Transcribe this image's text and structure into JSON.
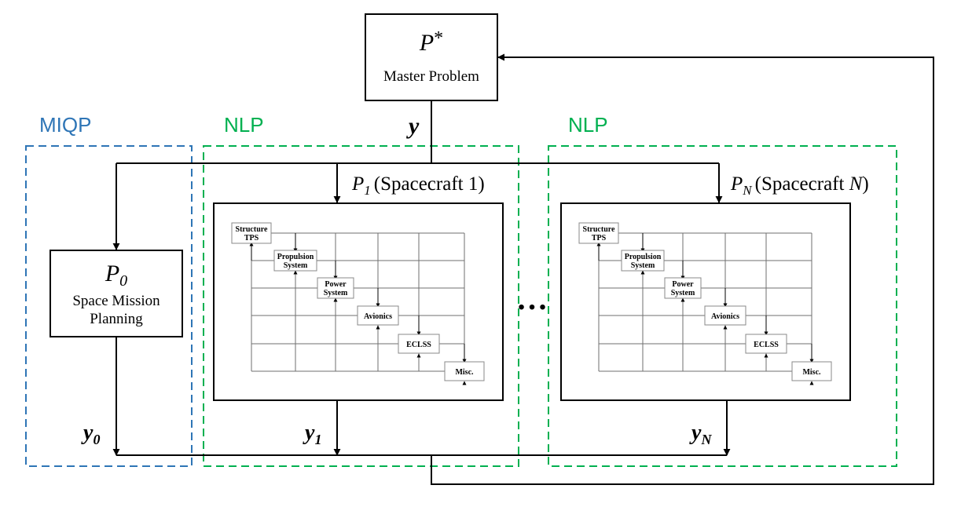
{
  "master": {
    "symbol": "P",
    "symbol_sup": "*",
    "label": "Master Problem",
    "output": "y"
  },
  "groups": {
    "miqp_label": "MIQP",
    "nlp1_label": "NLP",
    "nlpN_label": "NLP",
    "miqp_color": "#2e75b6",
    "nlp_color": "#00b050"
  },
  "p0": {
    "symbol": "P",
    "sub": "0",
    "line1": "Space Mission",
    "line2": "Planning",
    "output": "y",
    "output_sub": "0"
  },
  "p1": {
    "symbol": "P",
    "sub": "1",
    "title": "(Spacecraft 1)",
    "output": "y",
    "output_sub": "1"
  },
  "pN": {
    "symbol": "P",
    "sub": "N",
    "title_pre": "(Spacecraft ",
    "title_var": "N",
    "title_post": ")",
    "output": "y",
    "output_sub": "N"
  },
  "ellipsis": "…",
  "dsm": {
    "blocks": [
      {
        "id": "structure",
        "line1": "Structure",
        "line2": "TPS"
      },
      {
        "id": "propulsion",
        "line1": "Propulsion",
        "line2": "System"
      },
      {
        "id": "power",
        "line1": "Power",
        "line2": "System"
      },
      {
        "id": "avionics",
        "line1": "Avionics",
        "line2": ""
      },
      {
        "id": "eclss",
        "line1": "ECLSS",
        "line2": ""
      },
      {
        "id": "misc",
        "line1": "Misc.",
        "line2": ""
      }
    ]
  }
}
